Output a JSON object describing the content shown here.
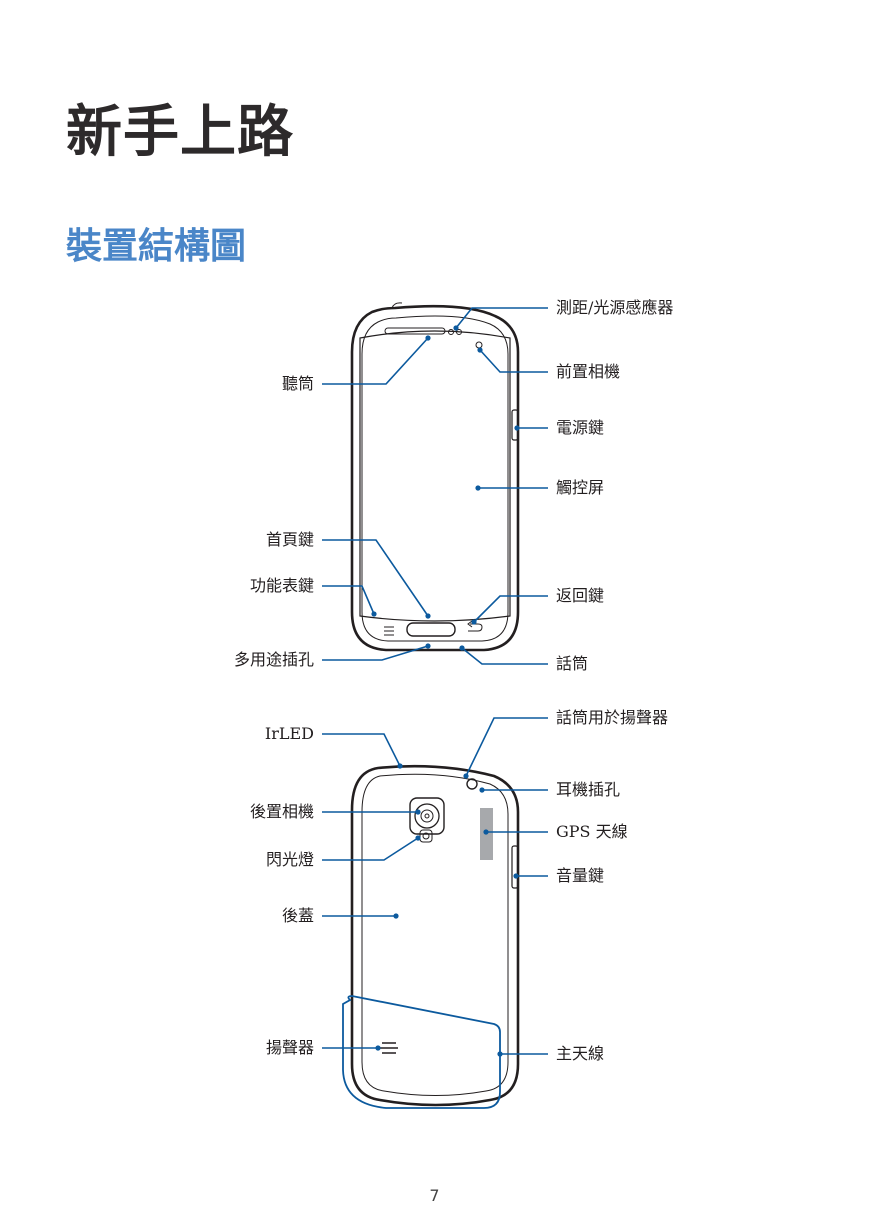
{
  "chapter_title": "新手上路",
  "section_title": "裝置結構圖",
  "front_labels": {
    "proximity_light_sensor": "測距/光源感應器",
    "earpiece": "聽筒",
    "front_camera": "前置相機",
    "power_key": "電源鍵",
    "touch_screen": "觸控屏",
    "home_key": "首頁鍵",
    "menu_key": "功能表鍵",
    "back_key": "返回鍵",
    "multipurpose_jack": "多用途插孔",
    "microphone": "話筒"
  },
  "back_labels": {
    "speakerphone_mic": "話筒用於揚聲器",
    "irled": "IrLED",
    "headset_jack": "耳機插孔",
    "rear_camera": "後置相機",
    "gps_antenna": "GPS 天線",
    "flash": "閃光燈",
    "volume_key": "音量鍵",
    "back_cover": "後蓋",
    "speaker": "揚聲器",
    "main_antenna": "主天線"
  },
  "page_number": "7",
  "colors": {
    "callout": "#0c5a9e",
    "section": "#4a86c8",
    "gps": "#a7a9ac"
  }
}
